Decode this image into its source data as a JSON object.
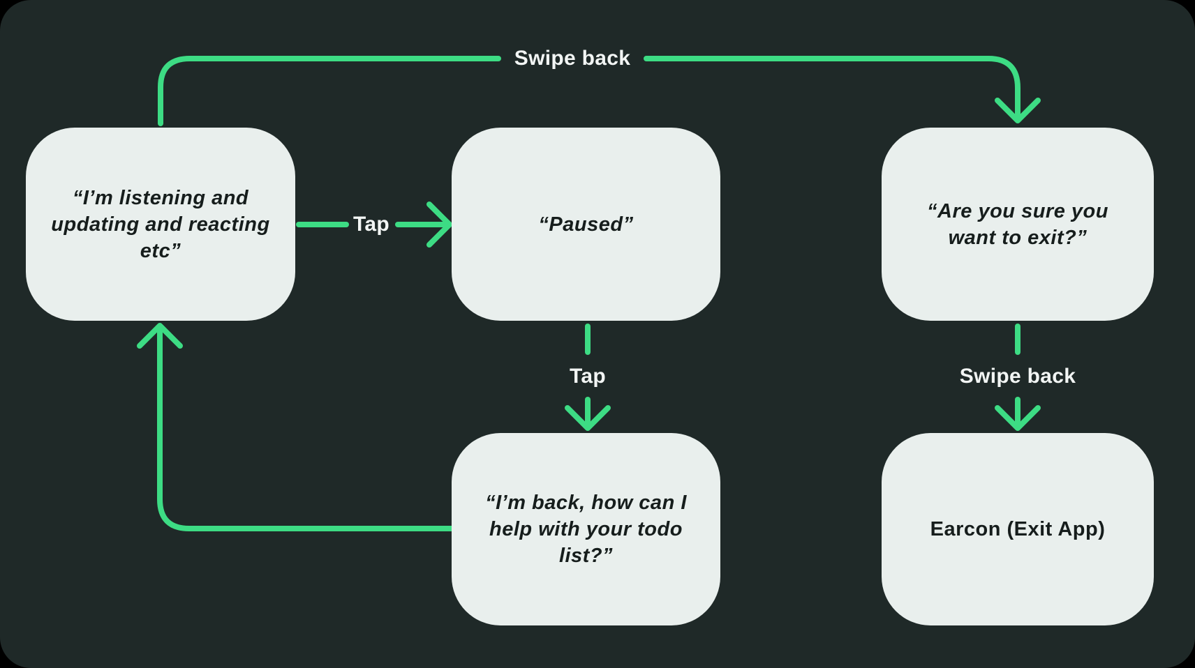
{
  "nodes": {
    "listening": {
      "label": "“I’m listening and\nupdating and reacting\netc”"
    },
    "paused": {
      "label": "“Paused”"
    },
    "exit_confirm": {
      "label": "“Are you sure you\nwant to exit?”"
    },
    "back_help": {
      "label": "“I’m back, how can I\nhelp with your todo\nlist?”"
    },
    "earcon": {
      "label": "Earcon (Exit App)"
    }
  },
  "edges": {
    "swipe_back_top": {
      "label": "Swipe back"
    },
    "tap_right": {
      "label": "Tap"
    },
    "tap_down": {
      "label": "Tap"
    },
    "swipe_back_down": {
      "label": "Swipe back"
    }
  },
  "colors": {
    "outer_background": "#000000",
    "panel_background": "#1F2928",
    "node_fill": "#E9EFED",
    "node_text": "#161D1C",
    "arrow_green": "#3DDC84",
    "edge_label_text": "#F2F5F4"
  }
}
